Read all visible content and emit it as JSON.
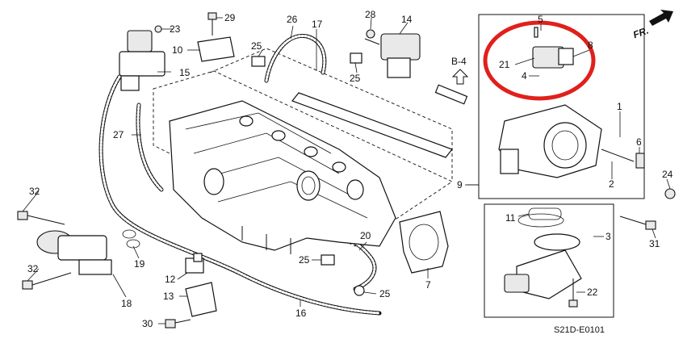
{
  "diagram": {
    "direction_label": "FR.",
    "view_label": "B-4",
    "code": "S21D-E0101",
    "callouts": [
      {
        "id": "1",
        "text": "1"
      },
      {
        "id": "2",
        "text": "2"
      },
      {
        "id": "3",
        "text": "3"
      },
      {
        "id": "4",
        "text": "4"
      },
      {
        "id": "5",
        "text": "5"
      },
      {
        "id": "6",
        "text": "6"
      },
      {
        "id": "7",
        "text": "7"
      },
      {
        "id": "8",
        "text": "8"
      },
      {
        "id": "9",
        "text": "9"
      },
      {
        "id": "10",
        "text": "10"
      },
      {
        "id": "11",
        "text": "11"
      },
      {
        "id": "12",
        "text": "12"
      },
      {
        "id": "13",
        "text": "13"
      },
      {
        "id": "14",
        "text": "14"
      },
      {
        "id": "15",
        "text": "15"
      },
      {
        "id": "16",
        "text": "16"
      },
      {
        "id": "17",
        "text": "17"
      },
      {
        "id": "18",
        "text": "18"
      },
      {
        "id": "19",
        "text": "19"
      },
      {
        "id": "20",
        "text": "20"
      },
      {
        "id": "21",
        "text": "21"
      },
      {
        "id": "22",
        "text": "22"
      },
      {
        "id": "23",
        "text": "23"
      },
      {
        "id": "24",
        "text": "24"
      },
      {
        "id": "25",
        "text": "25"
      },
      {
        "id": "26",
        "text": "26"
      },
      {
        "id": "27",
        "text": "27"
      },
      {
        "id": "28",
        "text": "28"
      },
      {
        "id": "29",
        "text": "29"
      },
      {
        "id": "30",
        "text": "30"
      },
      {
        "id": "31",
        "text": "31"
      },
      {
        "id": "32",
        "text": "32"
      }
    ],
    "highlight_color": "#e0201b"
  }
}
